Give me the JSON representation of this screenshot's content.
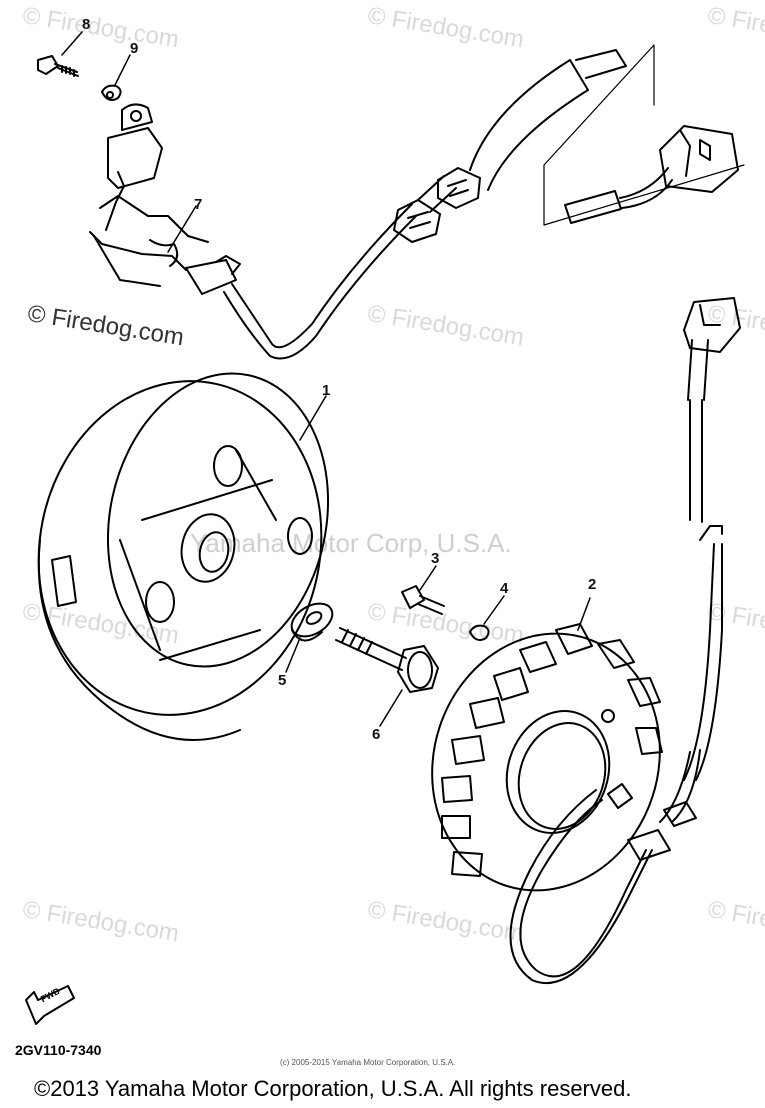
{
  "watermark": {
    "text": "© Firedog.com",
    "center_text": "Yamaha Motor Corp, U.S.A."
  },
  "callouts": [
    "1",
    "2",
    "3",
    "4",
    "5",
    "6",
    "7",
    "8",
    "9"
  ],
  "fwd_label": "FWD",
  "diagram_code": "2GV110-7340",
  "small_copyright": "(c) 2005-2015 Yamaha Motor Corporation, U.S.A.",
  "copyright": "©2013 Yamaha Motor Corporation, U.S.A. All rights reserved."
}
